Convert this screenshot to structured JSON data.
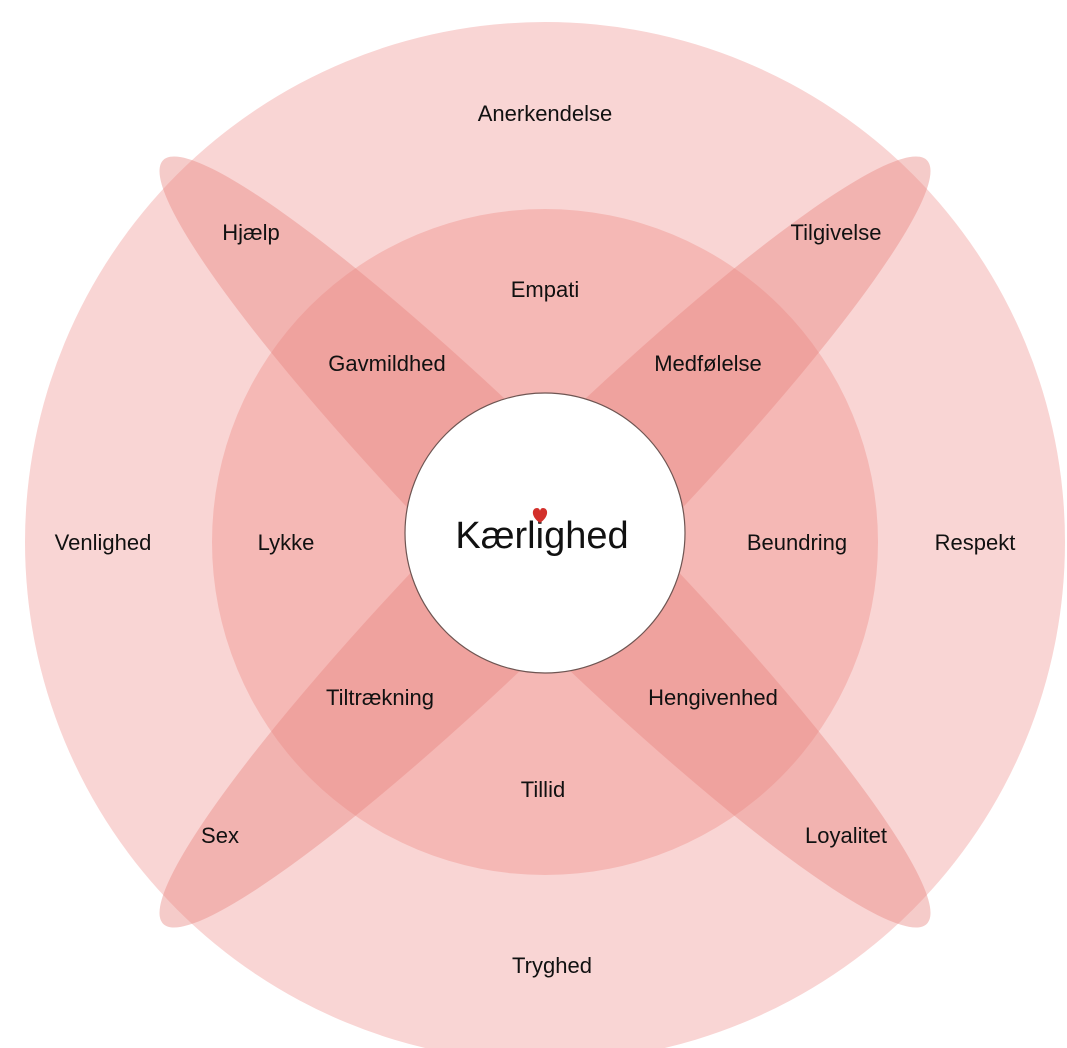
{
  "diagram": {
    "colors": {
      "outer_ring": "#f9d5d4",
      "middle_ring": "#f5b8b5",
      "petal": "#e98580",
      "center": "#ffffff",
      "heart": "#d3302b",
      "text": "#111111"
    },
    "center": {
      "label": "Kærlighed",
      "icon": "heart-icon"
    },
    "outer_labels": {
      "top": "Anerkendelse",
      "left": "Venlighed",
      "right": "Respekt",
      "bottom": "Tryghed"
    },
    "middle_labels": {
      "top": "Empati",
      "left": "Lykke",
      "right": "Beundring",
      "bottom": "Tillid"
    },
    "petal_tip_labels": {
      "top_left": "Hjælp",
      "top_right": "Tilgivelse",
      "bottom_left": "Sex",
      "bottom_right": "Loyalitet"
    },
    "overlap_labels": {
      "top_left": "Gavmildhed",
      "top_right": "Medfølelse",
      "bottom_left": "Tiltrækning",
      "bottom_right": "Hengivenhed"
    }
  }
}
